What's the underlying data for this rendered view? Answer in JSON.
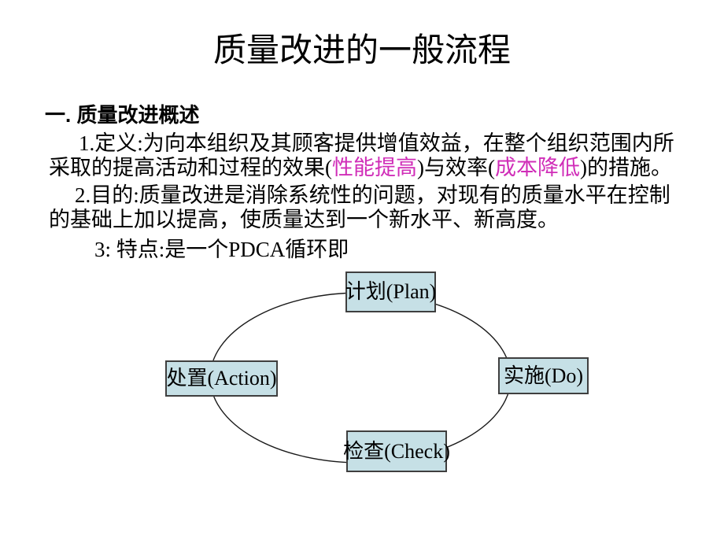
{
  "slide": {
    "title": "质量改进的一般流程",
    "section_heading": "一. 质量改进概述",
    "body": {
      "definition": {
        "line1": "1.定义:为向本组织及其顾客提供增值效益，在整个组织范围内所",
        "line2_segments": [
          {
            "text": "采取的提高活动和过程的效果(",
            "highlight": false
          },
          {
            "text": "性能提高",
            "highlight": true
          },
          {
            "text": ")与效率(",
            "highlight": false
          },
          {
            "text": "成本降低",
            "highlight": true
          },
          {
            "text": ")的措施。",
            "highlight": false
          }
        ]
      },
      "purpose": {
        "line1": "2.目的:质量改进是消除系统性的问题，对现有的质量水平在控制",
        "line2": "的基础上加以提高，使质量达到一个新水平、新高度。"
      },
      "feature": {
        "line1": "3: 特点:是一个PDCA循环即"
      }
    },
    "colors": {
      "highlight_magenta": "#d02db8",
      "node_fill": "#c6e0e6",
      "node_border": "#3f3f3f",
      "ellipse_stroke": "#1a1a1a",
      "text": "#000000",
      "background": "#ffffff"
    },
    "diagram": {
      "type": "pdca-cycle",
      "nodes": [
        {
          "id": "plan",
          "label": "计划(Plan)"
        },
        {
          "id": "do",
          "label": "实施(Do)"
        },
        {
          "id": "check",
          "label": "检查(Check)"
        },
        {
          "id": "action",
          "label": "处置(Action)"
        }
      ]
    }
  }
}
